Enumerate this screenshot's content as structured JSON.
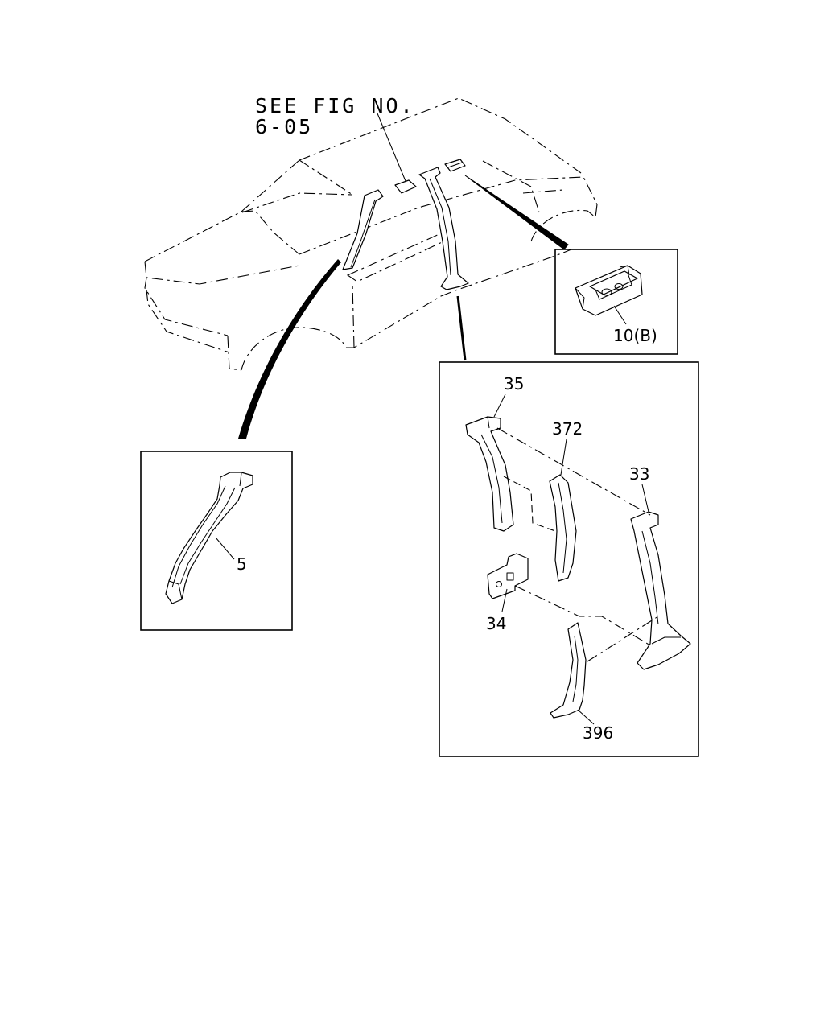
{
  "reference": {
    "line1": "SEE FIG NO.",
    "line2": "6-05"
  },
  "callouts": {
    "clip": "10(B)",
    "front_pillar": "5",
    "center_outer_upper": "35",
    "center_inner_upper": "372",
    "center_outer": "33",
    "bracket": "34",
    "center_inner_lower": "396"
  }
}
